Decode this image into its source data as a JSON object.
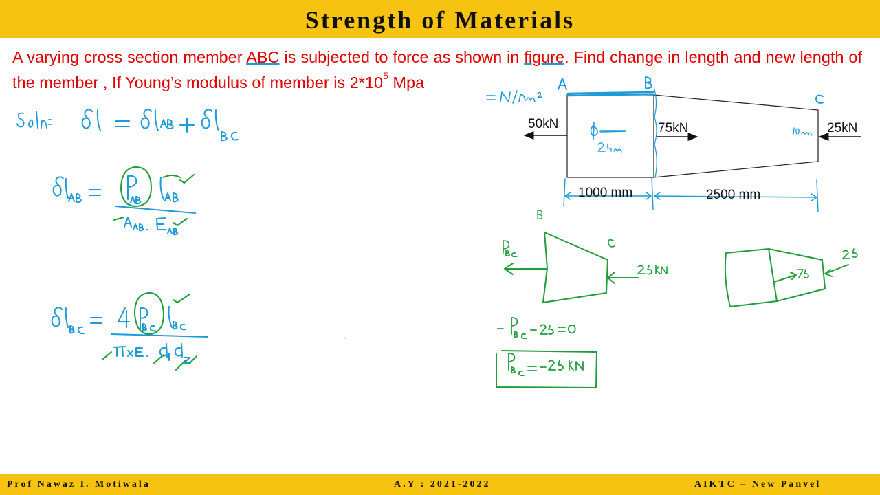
{
  "header": {
    "title": "Strength of Materials"
  },
  "problem": {
    "part1": "A varying cross section member ",
    "member": "ABC",
    "part2": " is subjected to force as shown in ",
    "figure_word": "figure",
    "part3": ". Find change in length and new length of the member , If Young’s modulus of member is 2*10",
    "exponent": "5",
    "part4": " Mpa"
  },
  "diagram": {
    "force_left": "50kN",
    "force_mid": "75kN",
    "force_right": "25kN",
    "length_ab": "1000 mm",
    "length_bc": "2500 mm"
  },
  "footer": {
    "left": "Prof Nawaz I. Motiwala",
    "center": "A.Y : 2021-2022",
    "right": "AIKTC – New Panvel"
  },
  "colors": {
    "header_bg": "#f7c311",
    "problem_text": "#e10000",
    "ink_blue": "#1b9bd7",
    "ink_green": "#1e9e3a"
  }
}
